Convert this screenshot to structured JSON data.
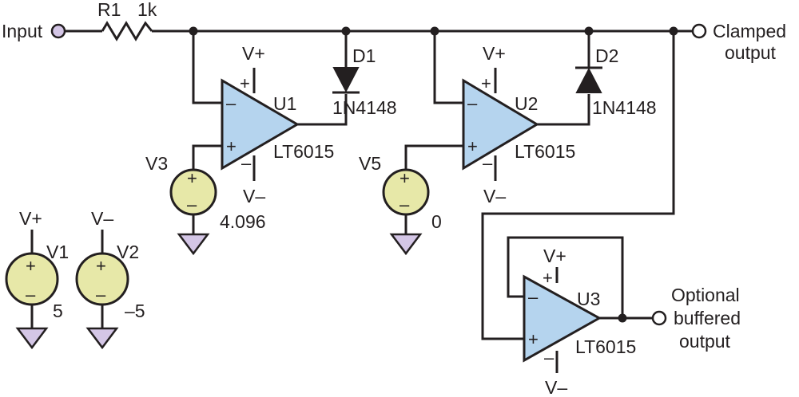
{
  "input": {
    "label": "Input"
  },
  "r1": {
    "name": "R1",
    "value": "1k"
  },
  "d1": {
    "name": "D1",
    "part": "1N4148"
  },
  "d2": {
    "name": "D2",
    "part": "1N4148"
  },
  "u1": {
    "name": "U1",
    "part": "LT6015",
    "vpos": "V+",
    "vneg": "V–"
  },
  "u2": {
    "name": "U2",
    "part": "LT6015",
    "vpos": "V+",
    "vneg": "V–"
  },
  "u3": {
    "name": "U3",
    "part": "LT6015",
    "vpos": "V+",
    "vneg": "V–"
  },
  "v1": {
    "name": "V1",
    "value": "5",
    "rail": "V+"
  },
  "v2": {
    "name": "V2",
    "value": "–5",
    "rail": "V–"
  },
  "v3": {
    "name": "V3",
    "value": "4.096"
  },
  "v5": {
    "name": "V5",
    "value": "0"
  },
  "clamped_output": {
    "line1": "Clamped",
    "line2": "output"
  },
  "buffered_output": {
    "line1": "Optional",
    "line2": "buffered",
    "line3": "output"
  },
  "symbols": {
    "plus": "+",
    "minus": "–"
  },
  "colors": {
    "opamp_fill": "#b5d4ee",
    "source_fill": "#e7e8a8",
    "ground_fill": "#d4c6e6",
    "wire": "#231f20"
  }
}
